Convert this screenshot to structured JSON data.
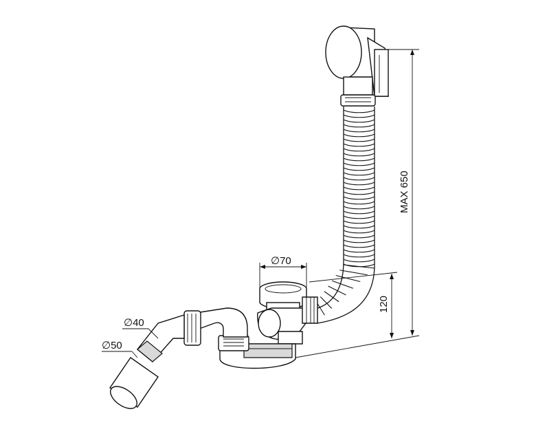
{
  "dimensions": {
    "overflow_diameter": "∅70",
    "height_max": "MAX 650",
    "outlet_height": "120",
    "outlet_small_diameter": "∅40",
    "outlet_large_diameter": "∅50"
  },
  "colors": {
    "ink": "#111111",
    "background": "#ffffff",
    "shade": "#d9d9d9"
  }
}
